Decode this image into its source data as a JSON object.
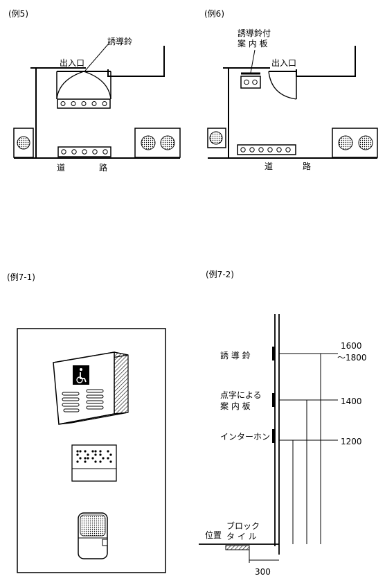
{
  "example5": {
    "title": "(例5)",
    "bell_label": "誘導鈴",
    "entrance_label": "出入口",
    "road_chars": [
      "道",
      "路"
    ]
  },
  "example6": {
    "title": "(例6)",
    "board_label_line1": "誘導鈴付",
    "board_label_line2": "案 内 板",
    "entrance_label": "出入口",
    "road_chars": [
      "道",
      "路"
    ]
  },
  "example7_1": {
    "title": "(例7-1)"
  },
  "example7_2": {
    "title": "(例7-2)",
    "bell_label": "誘 導 鈴",
    "braille_board_line1": "点字による",
    "braille_board_line2": "案 内 板",
    "intercom_label": "インターホン",
    "height_bell_line1": "1600",
    "height_bell_line2": "～1800",
    "height_board": "1400",
    "height_intercom": "1200",
    "position_label": "位置",
    "block_label": "ブロック",
    "tile_label": "タ イ ル",
    "distance_label": "300"
  }
}
